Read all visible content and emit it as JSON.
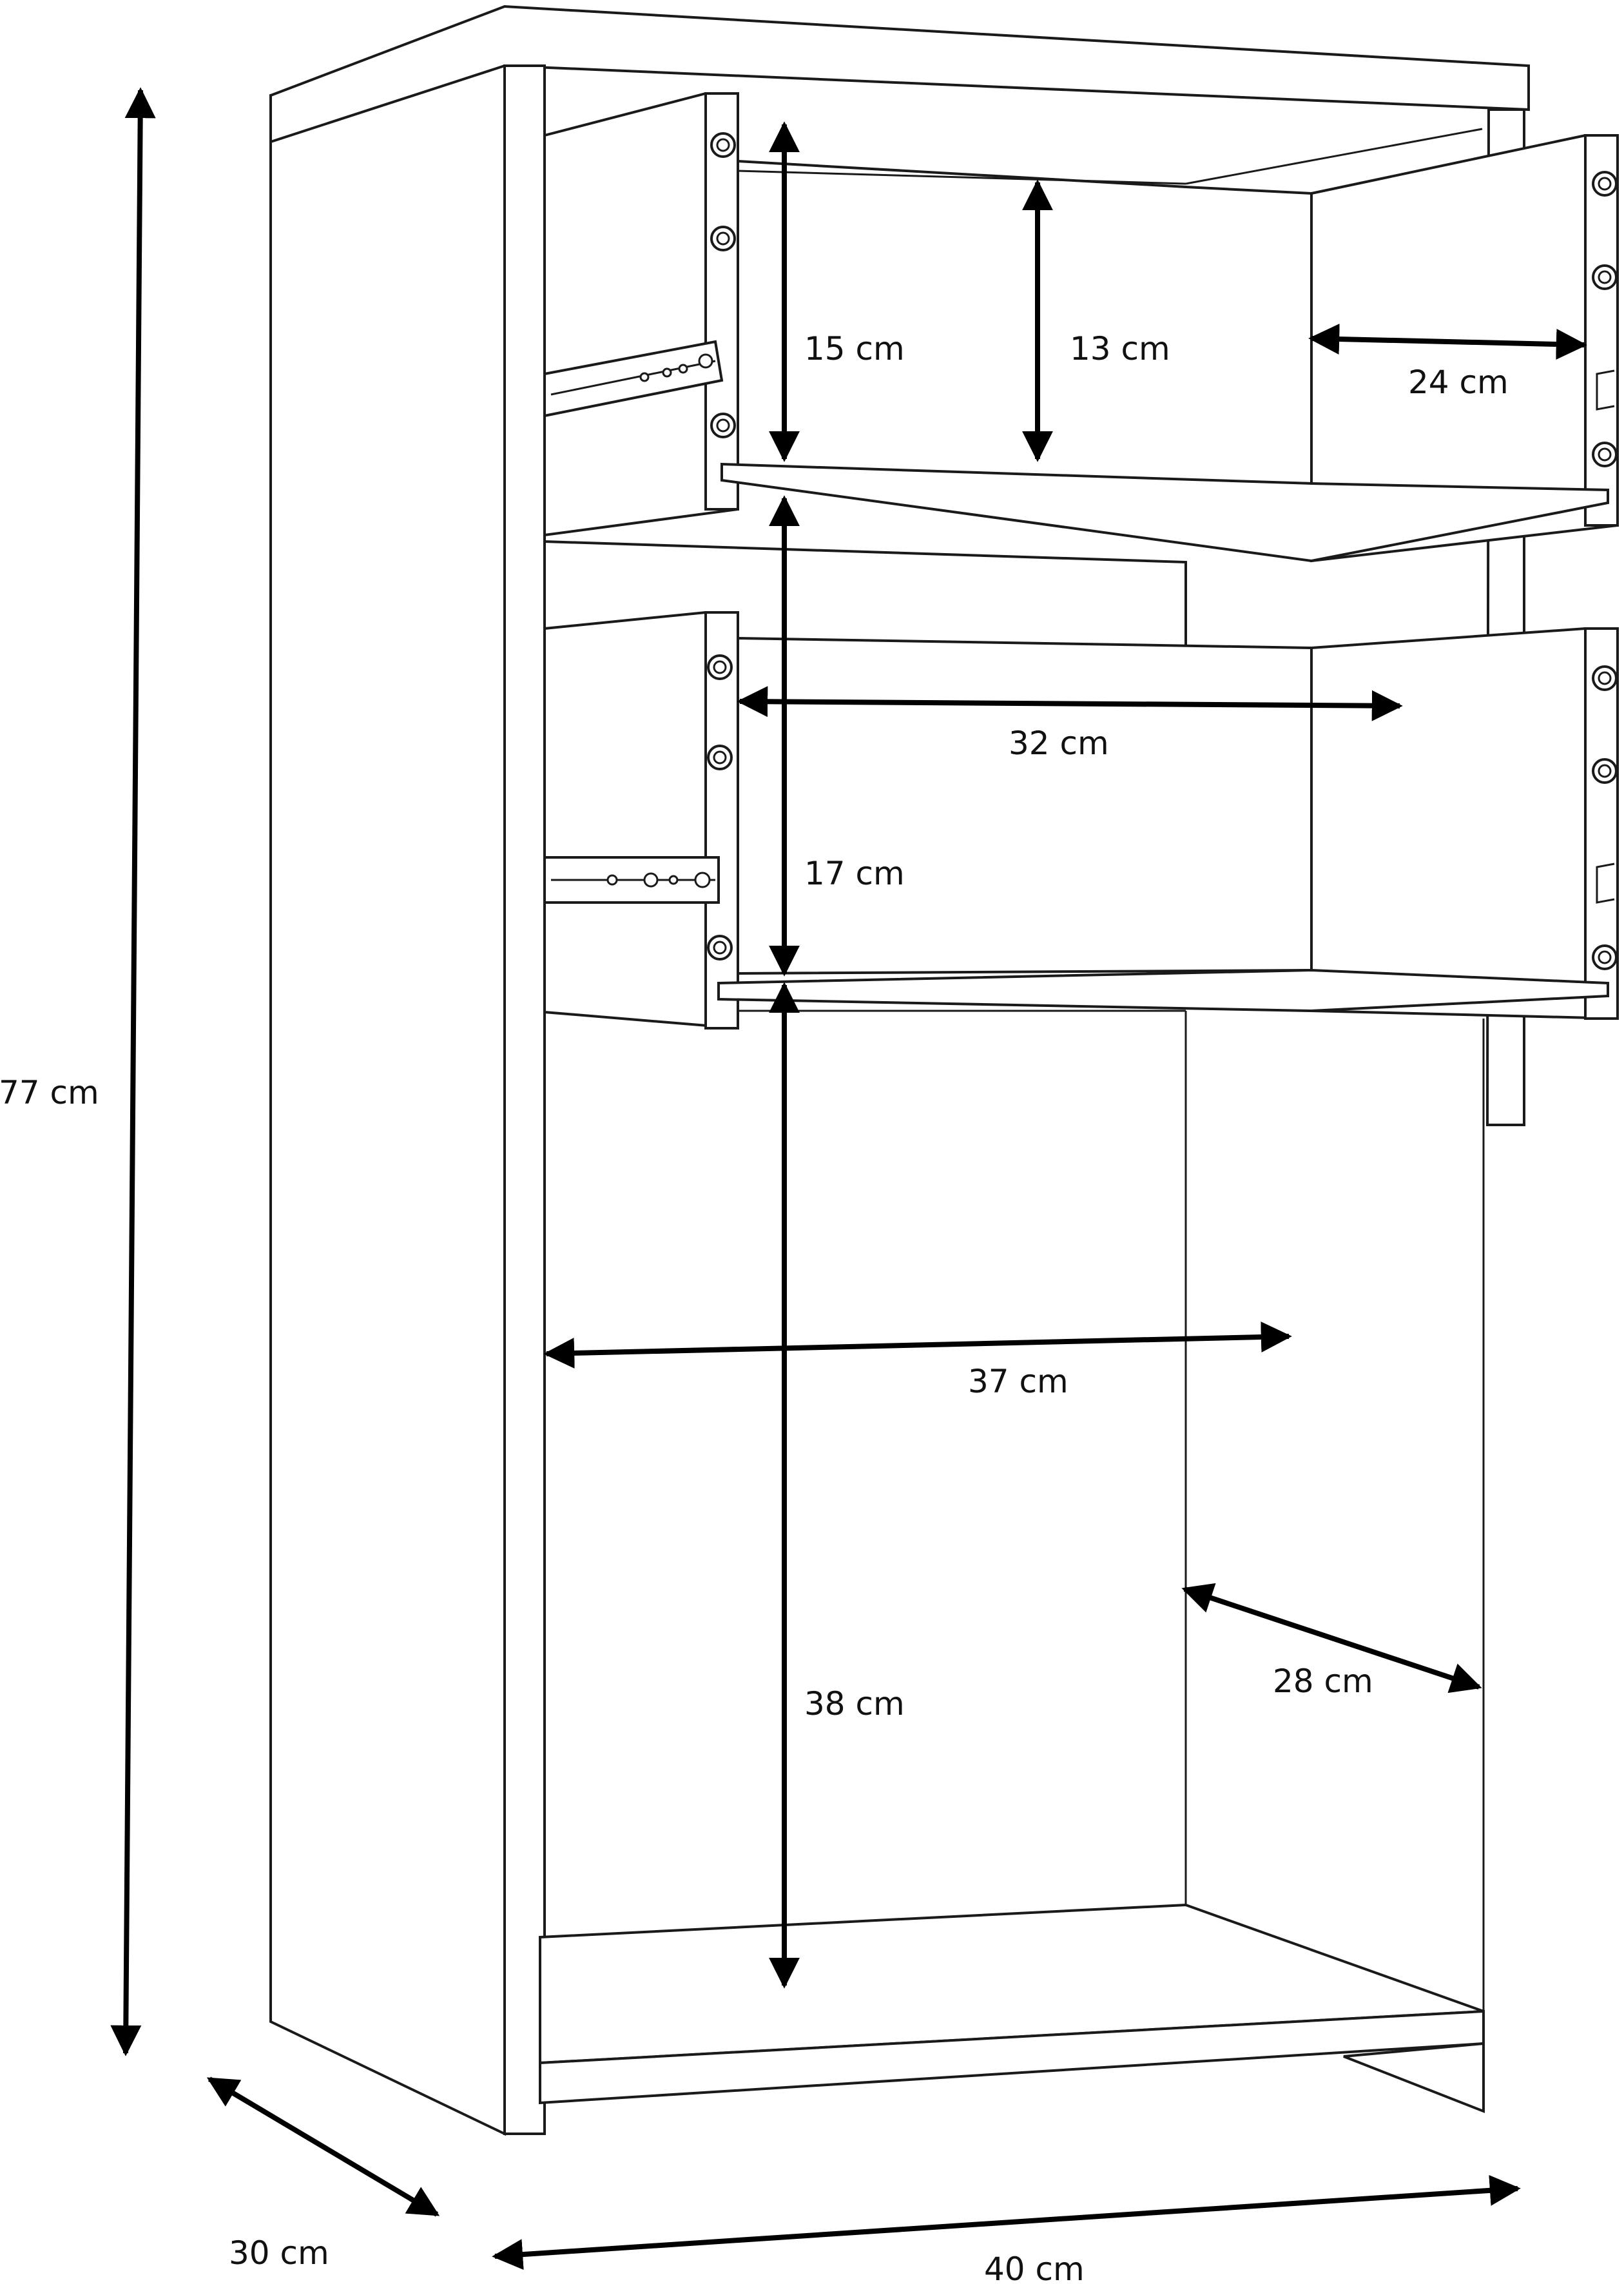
{
  "diagram": {
    "subject": "cabinet-with-two-drawers",
    "line_color": "#1a1a1a",
    "background": "#ffffff"
  },
  "dimensions": {
    "overall_height": "77 cm",
    "overall_depth": "30 cm",
    "overall_width": "40 cm",
    "top_drawer_front_height": "15 cm",
    "top_drawer_inner_height": "13 cm",
    "top_drawer_inner_depth": "24 cm",
    "drawer_inner_width": "32 cm",
    "bottom_drawer_front_height": "17 cm",
    "open_compartment_width": "37 cm",
    "open_compartment_height": "38 cm",
    "open_compartment_depth": "28 cm"
  }
}
